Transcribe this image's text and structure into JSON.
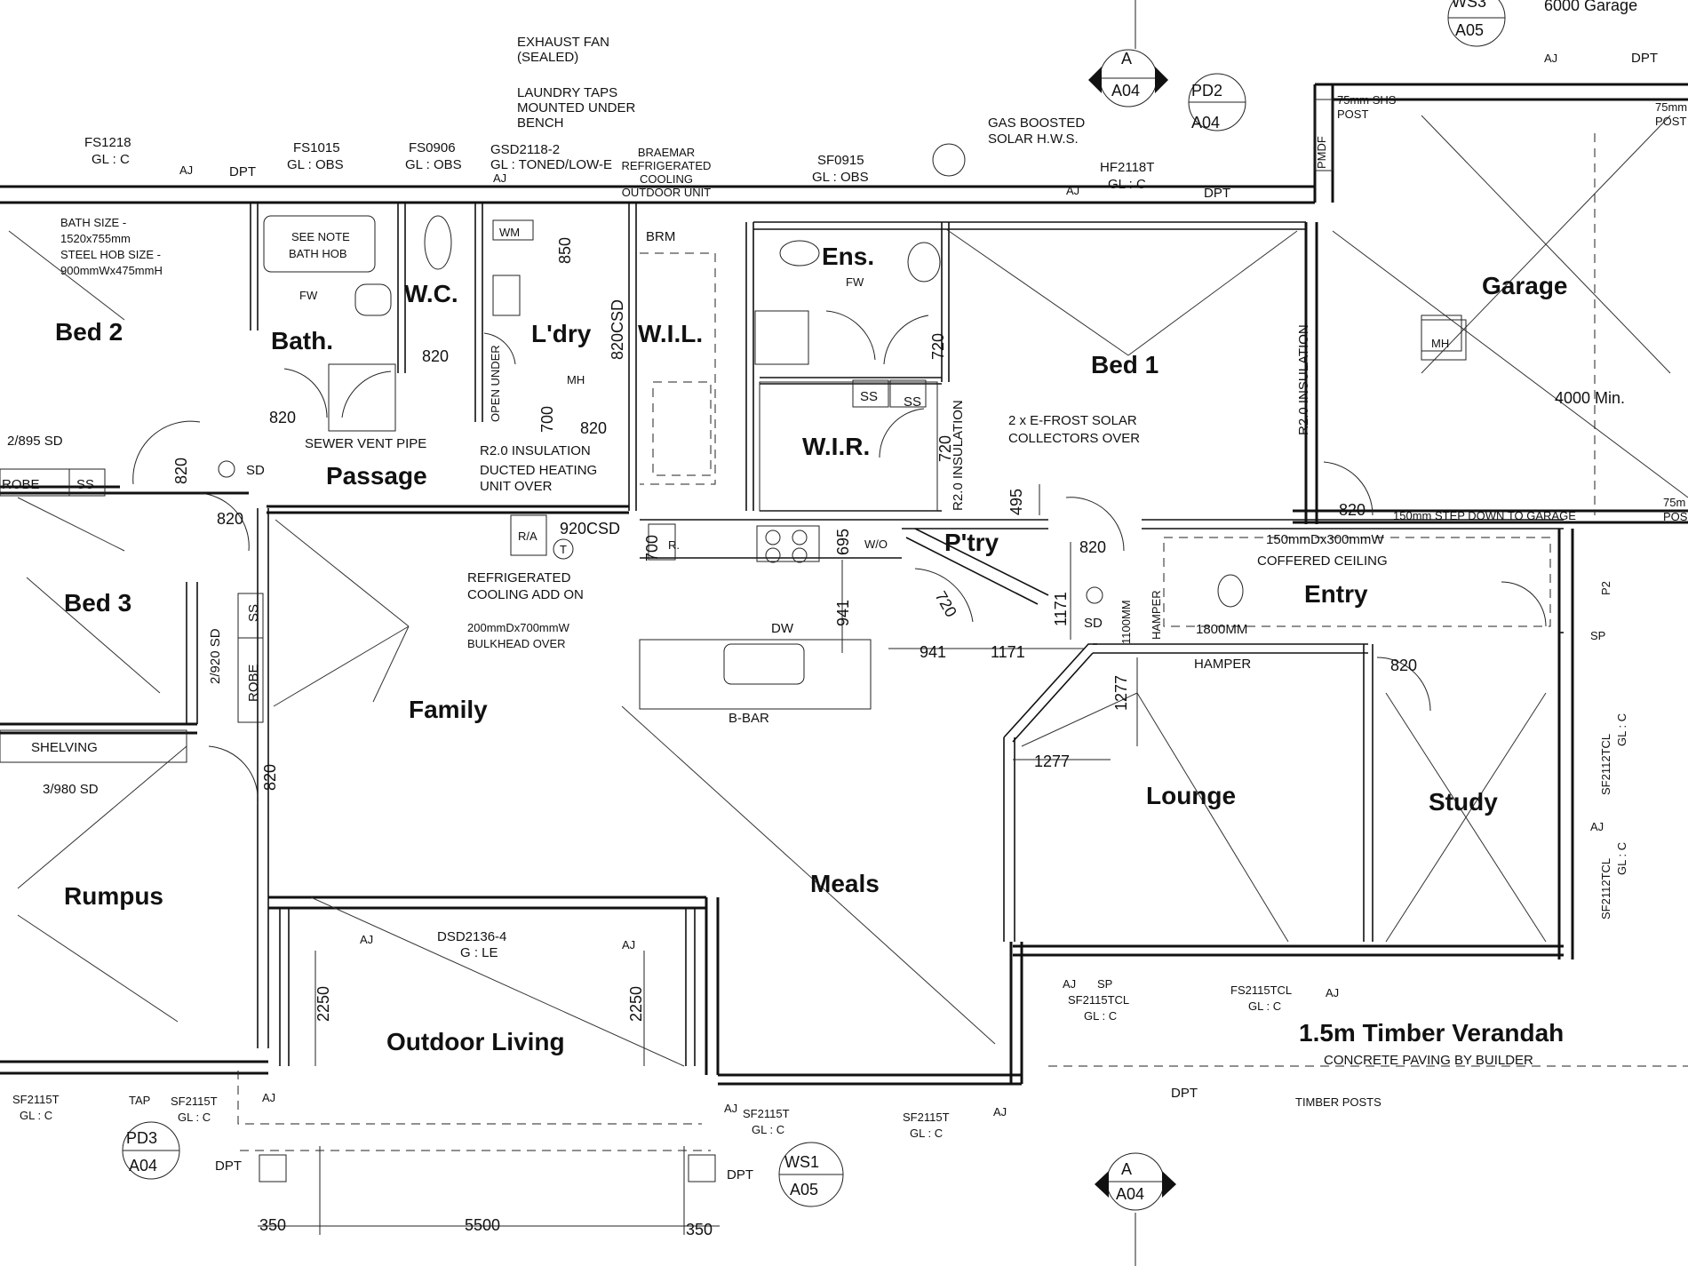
{
  "rooms": {
    "bed2": "Bed 2",
    "bath": "Bath.",
    "wc": "W.C.",
    "laundry": "L'dry",
    "wil": "W.I.L.",
    "ens": "Ens.",
    "bed1": "Bed 1",
    "garage": "Garage",
    "passage": "Passage",
    "wir": "W.I.R.",
    "pantry": "P'try",
    "entry": "Entry",
    "bed3": "Bed 3",
    "family": "Family",
    "lounge": "Lounge",
    "study": "Study",
    "rumpus": "Rumpus",
    "meals": "Meals",
    "outdoor": "Outdoor Living",
    "verandah": "1.5m Timber Verandah"
  },
  "notes": {
    "exhaust_1": "EXHAUST FAN",
    "exhaust_2": "(SEALED)",
    "taps_1": "LAUNDRY TAPS",
    "taps_2": "MOUNTED UNDER",
    "taps_3": "BENCH",
    "gsd": "GSD2118-2",
    "gsd_gl": "GL : TONED/LOW-E",
    "braemar_1": "BRAEMAR",
    "braemar_2": "REFRIGERATED",
    "braemar_3": "COOLING",
    "braemar_4": "OUTDOOR UNIT",
    "gas_1": "GAS BOOSTED",
    "gas_2": "SOLAR H.W.S.",
    "bath_size_1": "BATH SIZE -",
    "bath_size_2": "1520x755mm",
    "bath_size_3": "STEEL HOB SIZE -",
    "bath_size_4": "900mmWx475mmH",
    "see_note_1": "SEE NOTE",
    "see_note_2": "BATH HOB",
    "sewer": "SEWER VENT PIPE",
    "r20": "R2.0 INSULATION",
    "ducted_1": "DUCTED HEATING",
    "ducted_2": "UNIT OVER",
    "efrost_1": "2 x E-FROST SOLAR",
    "efrost_2": "COLLECTORS OVER",
    "r20_vert": "R2.0 INSULATION",
    "r20_vert2": "R2.0 INSULATION",
    "step_down": "150mm STEP DOWN TO GARAGE",
    "coffered_1": "150mmDx300mmW",
    "coffered_2": "COFFERED CEILING",
    "refrig_1": "REFRIGERATED",
    "refrig_2": "COOLING ADD ON",
    "bulkhead_1": "200mmDx700mmW",
    "bulkhead_2": "BULKHEAD OVER",
    "hamper_1800": "1800MM",
    "hamper": "HAMPER",
    "hamper_1100": "1100MM",
    "hamper_v": "HAMPER",
    "concrete": "CONCRETE PAVING BY BUILDER",
    "timber_posts": "TIMBER POSTS",
    "shs_1": "75mm SHS",
    "shs_2": "POST",
    "shs_r1": "75mm",
    "shs_r2": "POST",
    "garage_top": "6000 Garage",
    "garage_min": "4000 Min.",
    "post_r1": "75m",
    "post_r2": "POS"
  },
  "fixtures": {
    "fs1218": "FS1218",
    "gl_c": "GL : C",
    "fs1015": "FS1015",
    "gl_obs": "GL : OBS",
    "fs0906": "FS0906",
    "gl_obs2": "GL : OBS",
    "sf0915": "SF0915",
    "gl_obs3": "GL : OBS",
    "hf2118t": "HF2118T",
    "gl_c2": "GL : C",
    "dsd": "DSD2136-4",
    "dsd_gl": "G : LE",
    "sf2115t_a": "SF2115T",
    "sf2115t_b": "SF2115T",
    "sf2115t_c": "SF2115T",
    "sf2115t_d": "SF2115T",
    "sf2115tcl": "SF2115TCL",
    "fs2115tcl": "FS2115TCL",
    "sf2112tcl_a": "SF2112TCL",
    "sf2112tcl_b": "SF2112TCL",
    "glc_a": "GL : C",
    "glc_b": "GL : C",
    "glc_c": "GL : C",
    "glc_d": "GL : C",
    "glc_e": "GL : C",
    "glc_f": "GL : C",
    "glc_g": "GL : C",
    "glc_h": "GL : C",
    "wm": "WM",
    "brm": "BRM",
    "fw": "FW",
    "fw2": "FW",
    "mh": "MH",
    "mh2": "MH",
    "ss": "SS",
    "ss2": "SS",
    "ss3": "SS",
    "ss4": "SS",
    "robe": "ROBE",
    "robe2": "ROBE",
    "shelving": "SHELVING",
    "ra": "R/A",
    "t": "T",
    "r": "R.",
    "wo": "W/O",
    "dw": "DW",
    "bbar": "B-BAR",
    "sd": "SD",
    "sd2": "SD",
    "tap": "TAP",
    "sp": "SP",
    "sp2": "SP",
    "p2": "P2",
    "pmdf": "PMDF",
    "open_under": "OPEN UNDER",
    "robe_2895": "2/895 SD",
    "robe_2920": "2/920 SD",
    "shelf_3980": "3/980 SD"
  },
  "dims": {
    "d820_bath": "820",
    "d820_wc": "820",
    "d820_pass1": "820",
    "d820_pass2": "820",
    "d820_ldry": "820",
    "d820_rump": "820",
    "d820_study": "820",
    "d820_entry": "820",
    "d820_step": "820",
    "d850": "850",
    "d820csd": "820CSD",
    "d700a": "700",
    "d700b": "700",
    "d920csd": "920CSD",
    "d720a": "720",
    "d720b": "720",
    "d720c": "720",
    "d695": "695",
    "d941a": "941",
    "d941b": "941",
    "d1171a": "1171",
    "d1171b": "1171",
    "d1277a": "1277",
    "d1277b": "1277",
    "d495": "495",
    "d2250a": "2250",
    "d2250b": "2250",
    "d350a": "350",
    "d5500": "5500",
    "d350b": "350"
  },
  "annot": {
    "aj": "AJ",
    "dpt": "DPT",
    "sec_a": "A",
    "sec_a_ref": "A04",
    "sec_a2": "A",
    "sec_a2_ref": "A04",
    "pd2": "PD2",
    "pd2_ref": "A04",
    "pd3": "PD3",
    "pd3_ref": "A04",
    "ws1": "WS1",
    "ws1_ref": "A05",
    "ws3": "WS3",
    "ws3_ref": "A05"
  }
}
